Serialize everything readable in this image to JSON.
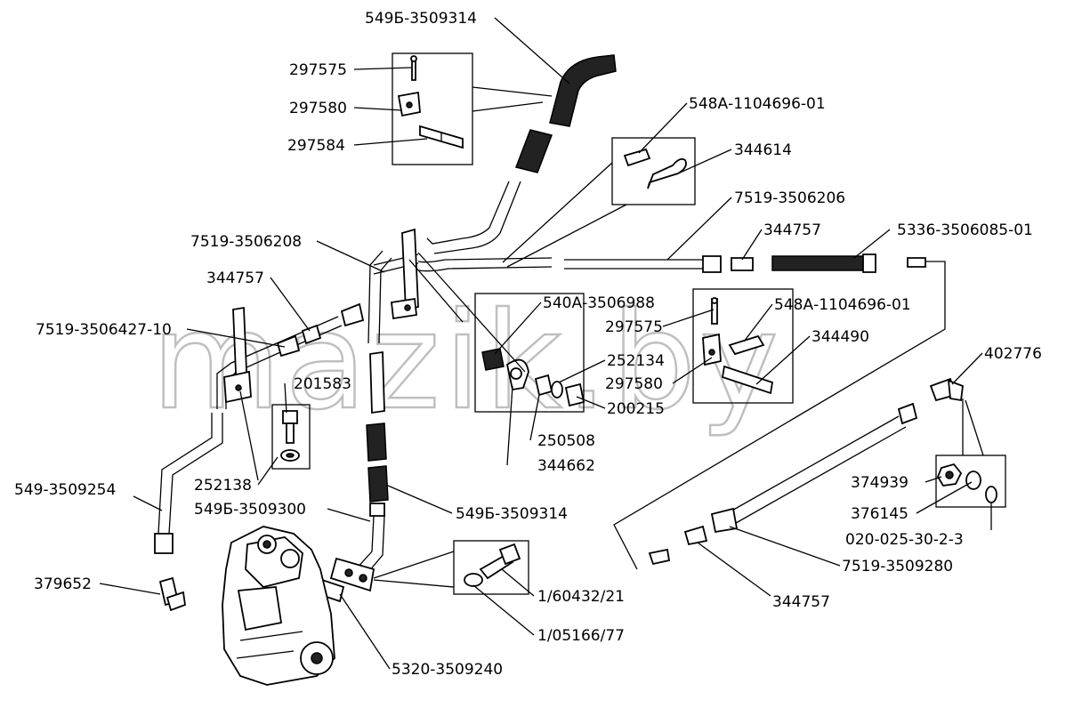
{
  "watermark": "mazik.by",
  "labels": {
    "l01": "549Б-3509314",
    "l02": "297575",
    "l03": "297580",
    "l04": "297584",
    "l05": "548А-1104696-01",
    "l06": "344614",
    "l07": "7519-3506206",
    "l08": "344757",
    "l09": "5336-3506085-01",
    "l10": "7519-3506208",
    "l11": "344757",
    "l12": "540А-3506988",
    "l13": "548А-1104696-01",
    "l14": "297575",
    "l15": "7519-3506427-10",
    "l16": "344490",
    "l17": "252134",
    "l18": "402776",
    "l19": "201583",
    "l20": "297580",
    "l21": "200215",
    "l22": "250508",
    "l23": "252138",
    "l24": "344662",
    "l25": "374939",
    "l26": "549-3509254",
    "l27": "549Б-3509314",
    "l28": "376145",
    "l29": "549Б-3509300",
    "l30": "020-025-30-2-3",
    "l31": "7519-3509280",
    "l32": "1/60432/21",
    "l33": "379652",
    "l34": "344757",
    "l35": "1/05166/77",
    "l36": "5320-3509240"
  }
}
